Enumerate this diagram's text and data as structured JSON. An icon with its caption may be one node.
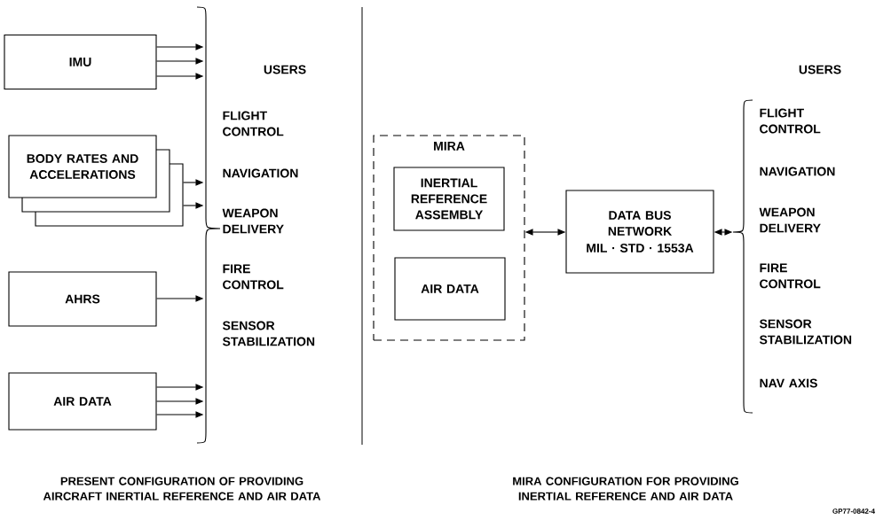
{
  "diagram": {
    "nodes": [
      {
        "text": [
          "IMU"
        ]
      },
      {
        "text": [
          "BODY RATES AND ACCELERATIONS"
        ]
      },
      {
        "text": [
          "AHRS"
        ]
      },
      {
        "text": [
          "AIR DATA"
        ]
      },
      {
        "text": [],
        "shape": "brace"
      },
      {
        "text": [
          "MIRA"
        ]
      },
      {
        "text": [
          "INERTIAL REFERENCE ASSEMBLY"
        ],
        "in": 5
      },
      {
        "text": [
          "AIR DATA"
        ],
        "in": 5
      },
      {
        "text": [
          "DATA BUS NETWORK",
          "MIL · STD · 1553A"
        ]
      },
      {
        "text": [],
        "shape": "brace"
      }
    ],
    "edges": [
      {
        "from": 0,
        "to": 4,
        "arrow": "to"
      },
      {
        "from": 0,
        "to": 4,
        "arrow": "to"
      },
      {
        "from": 0,
        "to": 4,
        "arrow": "to"
      },
      {
        "from": 1,
        "to": 4,
        "arrow": "to"
      },
      {
        "from": 1,
        "to": 4,
        "arrow": "to"
      },
      {
        "from": 2,
        "to": 4,
        "arrow": "to"
      },
      {
        "from": 3,
        "to": 4,
        "arrow": "to"
      },
      {
        "from": 3,
        "to": 4,
        "arrow": "to"
      },
      {
        "from": 3,
        "to": 4,
        "arrow": "to"
      },
      {
        "from": 5,
        "to": 8,
        "arrow": "both"
      },
      {
        "from": 8,
        "to": 9,
        "arrow": "both"
      }
    ],
    "labels": [
      "USERS",
      "FLIGHT CONTROL",
      "NAVIGATION",
      "WEAPON DELIVERY",
      "FIRE CONTROL",
      "SENSOR STABILIZATION",
      "USERS",
      "FLIGHT CONTROL",
      "NAVIGATION",
      "WEAPON DELIVERY",
      "FIRE CONTROL",
      "SENSOR STABILIZATION",
      "NAV AXIS",
      "PRESENT CONFIGURATION OF PROVIDING AIRCRAFT INERTIAL REFERENCE AND AIR DATA",
      "MIRA CONFIGURATION FOR PROVIDING INERTIAL REFERENCE AND AIR DATA",
      "GP77-0842-4"
    ]
  }
}
